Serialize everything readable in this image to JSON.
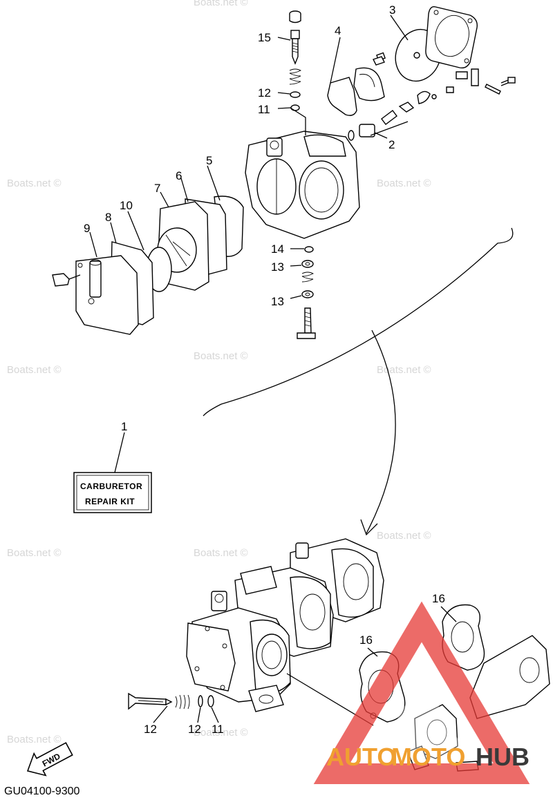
{
  "watermark_text": "Boats.net ©",
  "callouts": {
    "c1": "1",
    "c2": "2",
    "c3": "3",
    "c4": "4",
    "c5": "5",
    "c6": "6",
    "c7": "7",
    "c8": "8",
    "c9": "9",
    "c10": "10",
    "c11_top": "11",
    "c12_top": "12",
    "c13_a": "13",
    "c13_b": "13",
    "c14": "14",
    "c15": "15",
    "c16_a": "16",
    "c16_b": "16",
    "c12_bottom_a": "12",
    "c12_bottom_b": "12",
    "c11_bottom": "11"
  },
  "repair_kit": {
    "line1": "CARBURETOR",
    "line2": "REPAIR KIT"
  },
  "fwd_label": "FWD",
  "diagram_code": "GU04100-9300",
  "logo": {
    "part1": "AUTO",
    "part2": "MOTO",
    "part3": "HUB",
    "color_orange": "#f0a030",
    "color_red": "#e53935",
    "color_dark": "#3a3a3a"
  }
}
